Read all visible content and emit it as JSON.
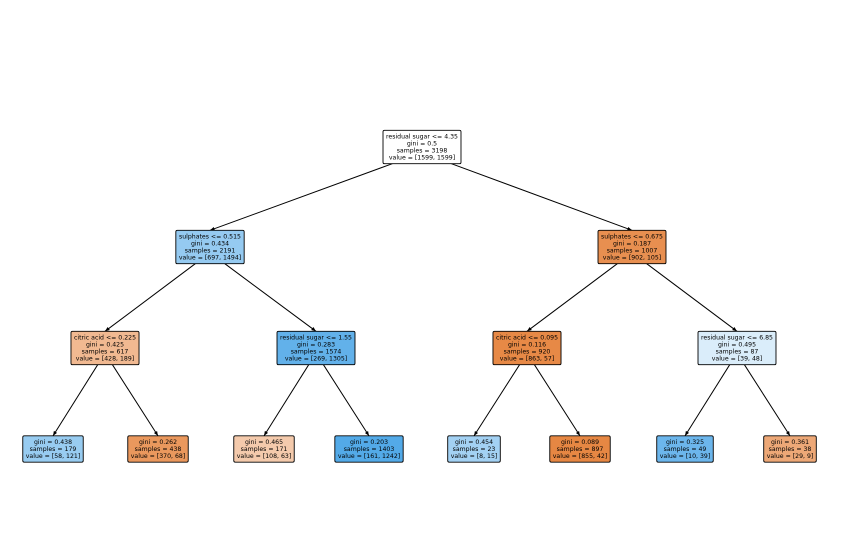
{
  "tree": {
    "nodes": [
      {
        "id": "n0",
        "lines": [
          "residual sugar <= 4.35",
          "gini = 0.5",
          "samples = 3198",
          "value = [1599, 1599]"
        ],
        "color": "#ffffff"
      },
      {
        "id": "n1",
        "parent": "n0",
        "lines": [
          "sulphates <= 0.515",
          "gini = 0.434",
          "samples = 2191",
          "value = [697, 1494]"
        ],
        "color": "#95caf1"
      },
      {
        "id": "n2",
        "parent": "n0",
        "lines": [
          "sulphates <= 0.675",
          "gini = 0.187",
          "samples = 1007",
          "value = [902, 105]"
        ],
        "color": "#e88f50"
      },
      {
        "id": "n3",
        "parent": "n1",
        "lines": [
          "citric acid <= 0.225",
          "gini = 0.425",
          "samples = 617",
          "value = [428, 189]"
        ],
        "color": "#f1b991"
      },
      {
        "id": "n4",
        "parent": "n1",
        "lines": [
          "residual sugar <= 1.55",
          "gini = 0.283",
          "samples = 1574",
          "value = [269, 1305]"
        ],
        "color": "#62b1ea"
      },
      {
        "id": "n5",
        "parent": "n2",
        "lines": [
          "citric acid <= 0.095",
          "gini = 0.116",
          "samples = 920",
          "value = [863, 57]"
        ],
        "color": "#e78946"
      },
      {
        "id": "n6",
        "parent": "n2",
        "lines": [
          "residual sugar <= 6.85",
          "gini = 0.495",
          "samples = 87",
          "value = [39, 48]"
        ],
        "color": "#daedfa"
      },
      {
        "id": "n7",
        "parent": "n3",
        "lines": [
          "gini = 0.438",
          "samples = 179",
          "value = [58, 121]"
        ],
        "color": "#98ccf1"
      },
      {
        "id": "n8",
        "parent": "n3",
        "lines": [
          "gini = 0.262",
          "samples = 438",
          "value = [370, 68]"
        ],
        "color": "#ea985d"
      },
      {
        "id": "n9",
        "parent": "n4",
        "lines": [
          "gini = 0.465",
          "samples = 171",
          "value = [108, 63]"
        ],
        "color": "#f4caac"
      },
      {
        "id": "n10",
        "parent": "n4",
        "lines": [
          "gini = 0.203",
          "samples = 1403",
          "value = [161, 1242]"
        ],
        "color": "#53aae8"
      },
      {
        "id": "n11",
        "parent": "n5",
        "lines": [
          "gini = 0.454",
          "samples = 23",
          "value = [8, 15]"
        ],
        "color": "#a3d1f3"
      },
      {
        "id": "n12",
        "parent": "n5",
        "lines": [
          "gini = 0.089",
          "samples = 897",
          "value = [855, 42]"
        ],
        "color": "#e68743"
      },
      {
        "id": "n13",
        "parent": "n6",
        "lines": [
          "gini = 0.325",
          "samples = 49",
          "value = [10, 39]"
        ],
        "color": "#6cb6ec"
      },
      {
        "id": "n14",
        "parent": "n6",
        "lines": [
          "gini = 0.361",
          "samples = 38",
          "value = [29, 9]"
        ],
        "color": "#eda877"
      }
    ]
  }
}
